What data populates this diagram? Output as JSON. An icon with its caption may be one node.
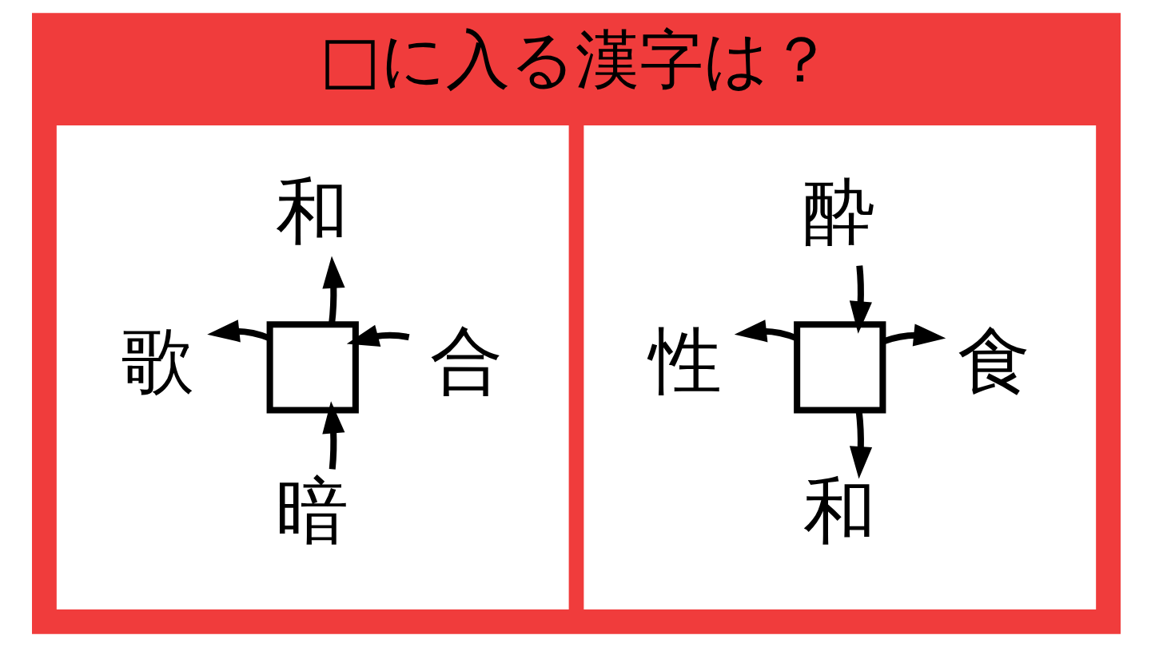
{
  "diagram": {
    "title": "□に入る漢字は？",
    "nodes": [
      {
        "text": [],
        "shape": "box"
      },
      {
        "text": [
          "和"
        ],
        "in": 0
      },
      {
        "text": [
          "歌"
        ],
        "in": 0
      },
      {
        "text": [],
        "shape": "box",
        "in": 0
      },
      {
        "text": [
          "合"
        ],
        "in": 0
      },
      {
        "text": [
          "暗"
        ],
        "in": 0
      },
      {
        "text": [],
        "shape": "box"
      },
      {
        "text": [
          "酔"
        ],
        "in": 6
      },
      {
        "text": [
          "性"
        ],
        "in": 6
      },
      {
        "text": [],
        "shape": "box",
        "in": 6
      },
      {
        "text": [
          "食"
        ],
        "in": 6
      },
      {
        "text": [
          "和"
        ],
        "in": 6
      }
    ],
    "edges": [
      {
        "from": 3,
        "to": 1,
        "arrow": "to"
      },
      {
        "from": 3,
        "to": 2,
        "arrow": "to"
      },
      {
        "from": 4,
        "to": 3,
        "arrow": "to"
      },
      {
        "from": 5,
        "to": 3,
        "arrow": "to"
      },
      {
        "from": 7,
        "to": 9,
        "arrow": "to"
      },
      {
        "from": 9,
        "to": 8,
        "arrow": "to"
      },
      {
        "from": 9,
        "to": 10,
        "arrow": "to"
      },
      {
        "from": 9,
        "to": 11,
        "arrow": "to"
      }
    ]
  }
}
